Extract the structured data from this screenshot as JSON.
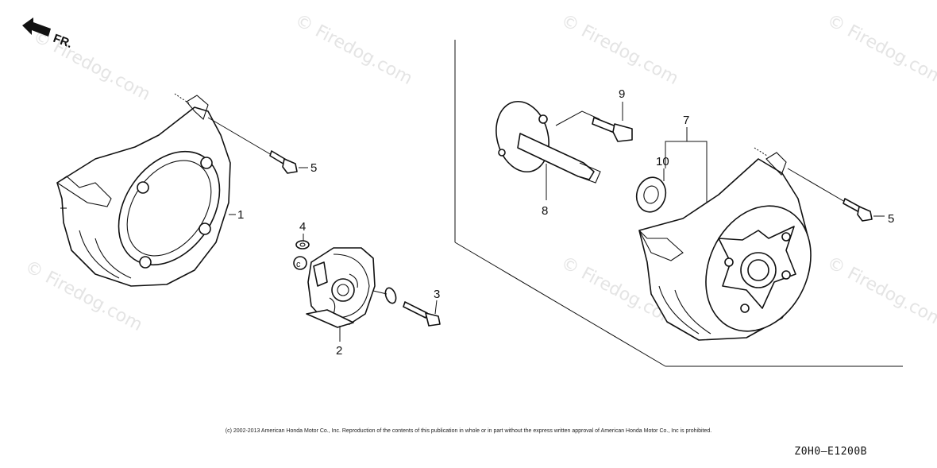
{
  "diagram": {
    "direction_marker": "FR.",
    "watermark": "© Firedog.com",
    "callouts": {
      "p1": "1",
      "p2": "2",
      "p3": "3",
      "p4": "4",
      "p5a": "5",
      "p5b": "5",
      "p7": "7",
      "p8": "8",
      "p9": "9",
      "p10": "10"
    },
    "parts": {
      "p1": "left-clutch-housing",
      "p2": "clutch-assembly",
      "p3": "flange-bolt",
      "p4": "washer",
      "p5": "tapping-screw",
      "p7": "right-clutch-housing",
      "p8": "shaft",
      "p9": "bolt",
      "p10": "bearing"
    }
  },
  "footer": {
    "copyright": "(c) 2002-2013 American Honda Motor Co., Inc. Reproduction of the contents of this publication in whole or in part without the express written approval of American Honda Motor Co., Inc is prohibited.",
    "diagram_code": "Z0H0—E1200B"
  }
}
